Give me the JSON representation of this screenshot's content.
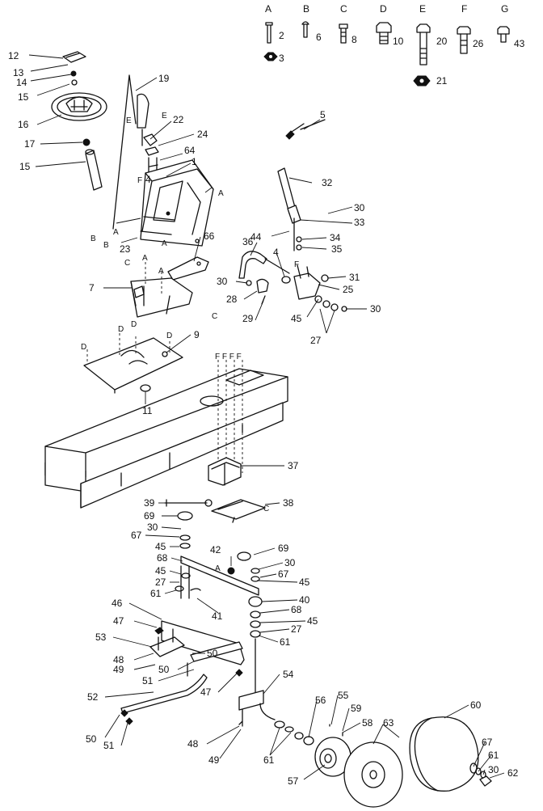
{
  "hardware_key": [
    {
      "letter": "A",
      "parts": [
        "2",
        "3"
      ]
    },
    {
      "letter": "B",
      "parts": [
        "6"
      ]
    },
    {
      "letter": "C",
      "parts": [
        "8"
      ]
    },
    {
      "letter": "D",
      "parts": [
        "10"
      ]
    },
    {
      "letter": "E",
      "parts": [
        "20",
        "21"
      ]
    },
    {
      "letter": "F",
      "parts": [
        "26"
      ]
    },
    {
      "letter": "G",
      "parts": [
        "43"
      ]
    }
  ],
  "callouts": {
    "p12": "12",
    "p13": "13",
    "p14": "14",
    "p15a": "15",
    "p16": "16",
    "p17": "17",
    "p15b": "15",
    "p19": "19",
    "p22": "22",
    "p24": "24",
    "p64": "64",
    "p1": "1",
    "p4a": "4",
    "p23": "23",
    "p66": "66",
    "p7": "7",
    "p9": "9",
    "p11": "11",
    "p5": "5",
    "p32": "32",
    "p30a": "30",
    "p33": "33",
    "p44": "44",
    "p34": "34",
    "p35": "35",
    "p36": "36",
    "p4b": "4",
    "p31": "31",
    "p30b": "30",
    "p25": "25",
    "p28": "28",
    "p29": "29",
    "p45a": "45",
    "p30c": "30",
    "p27a": "27",
    "p37": "37",
    "p39": "39",
    "p38": "38",
    "p69a": "69",
    "p30d": "30",
    "p67a": "67",
    "p45b": "45",
    "p42": "42",
    "p68a": "68",
    "p69b": "69",
    "p30e": "30",
    "p67b": "67",
    "p45c": "45",
    "p45d": "45",
    "p27b": "27",
    "p61a": "61",
    "p41": "41",
    "p40": "40",
    "p68b": "68",
    "p45e": "45",
    "p27c": "27",
    "p61b": "61",
    "p46": "46",
    "p47a": "47",
    "p53": "53",
    "p50a": "50",
    "p48a": "48",
    "p49a": "49",
    "p50b": "50",
    "p51a": "51",
    "p47b": "47",
    "p54": "54",
    "p52": "52",
    "p50c": "50",
    "p51b": "51",
    "p48b": "48",
    "p49b": "49",
    "p61c": "61",
    "p56": "56",
    "p55": "55",
    "p59": "59",
    "p58": "58",
    "p63": "63",
    "p60": "60",
    "p57": "57",
    "p67c": "67",
    "p61d": "61",
    "p30f": "30",
    "p62": "62"
  },
  "letter_marks": {
    "l_e1": "E",
    "l_e2": "E",
    "l_f": "F",
    "l_a1": "A",
    "l_b1": "B",
    "l_a2": "A",
    "l_b2": "B",
    "l_a3": "A",
    "l_c1": "C",
    "l_a4": "A",
    "l_a5": "A",
    "l_c2": "C",
    "l_d1": "D",
    "l_d2": "D",
    "l_d3": "D",
    "l_d4": "D",
    "l_ffff": "F F F F",
    "l_f2": "F",
    "l_c3": "C",
    "l_a6": "A"
  }
}
